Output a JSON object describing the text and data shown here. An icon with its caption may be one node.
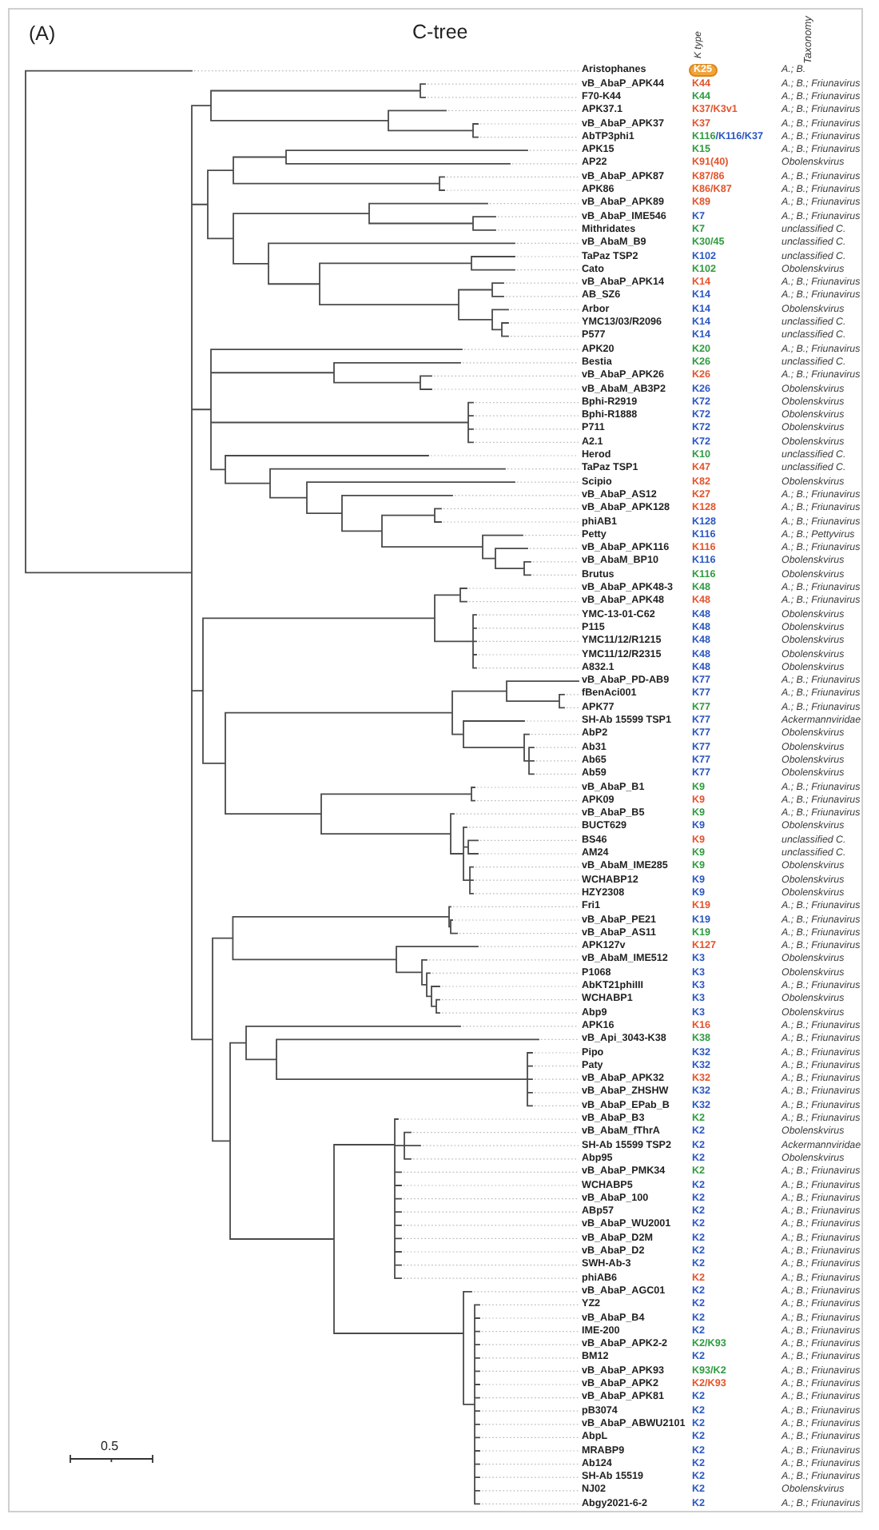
{
  "diagram": {
    "title": "C-tree",
    "labels": [
      "(A)",
      "K type",
      "Taxonomy",
      "Aristophanes",
      "K25",
      "A.; B.",
      "vB_AbaP_APK44",
      "K44",
      "A.; B.; Friunavirus",
      "F70-K44",
      "K44",
      "A.; B.; Friunavirus",
      "APK37.1",
      "K37/K3v1",
      "A.; B.; Friunavirus",
      "vB_AbaP_APK37",
      "K37",
      "A.; B.; Friunavirus",
      "AbTP3phi1",
      "K116/K116/K37",
      "A.; B.; Friunavirus",
      "APK15",
      "K15",
      "A.; B.; Friunavirus",
      "AP22",
      "K91(40)",
      "Obolenskvirus",
      "vB_AbaP_APK87",
      "K87/86",
      "A.; B.; Friunavirus",
      "APK86",
      "K86/K87",
      "A.; B.; Friunavirus",
      "vB_AbaP_APK89",
      "K89",
      "A.; B.; Friunavirus",
      "vB_AbaP_IME546",
      "K7",
      "A.; B.; Friunavirus",
      "Mithridates",
      "K7",
      "unclassified C.",
      "vB_AbaM_B9",
      "K30/45",
      "unclassified C.",
      "TaPaz TSP2",
      "K102",
      "unclassified C.",
      "Cato",
      "K102",
      "Obolenskvirus",
      "vB_AbaP_APK14",
      "K14",
      "A.; B.; Friunavirus",
      "AB_SZ6",
      "K14",
      "A.; B.; Friunavirus",
      "Arbor",
      "K14",
      "Obolenskvirus",
      "YMC13/03/R2096",
      "K14",
      "unclassified C.",
      "P577",
      "K14",
      "unclassified C.",
      "APK20",
      "K20",
      "A.; B.; Friunavirus",
      "Bestia",
      "K26",
      "unclassified C.",
      "vB_AbaP_APK26",
      "K26",
      "A.; B.; Friunavirus",
      "vB_AbaM_AB3P2",
      "K26",
      "Obolenskvirus",
      "Bphi-R2919",
      "K72",
      "Obolenskvirus",
      "Bphi-R1888",
      "K72",
      "Obolenskvirus",
      "P711",
      "K72",
      "Obolenskvirus",
      "A2.1",
      "K72",
      "Obolenskvirus",
      "Herod",
      "K10",
      "unclassified C.",
      "TaPaz TSP1",
      "K47",
      "unclassified C.",
      "Scipio",
      "K82",
      "Obolenskvirus",
      "vB_AbaP_AS12",
      "K27",
      "A.; B.; Friunavirus",
      "vB_AbaP_APK128",
      "K128",
      "A.; B.; Friunavirus",
      "phiAB1",
      "K128",
      "A.; B.; Friunavirus",
      "Petty",
      "K116",
      "A.; B.; Pettyvirus",
      "vB_AbaP_APK116",
      "K116",
      "A.; B.; Friunavirus",
      "vB_AbaM_BP10",
      "K116",
      "Obolenskvirus",
      "Brutus",
      "K116",
      "Obolenskvirus",
      "vB_AbaP_APK48-3",
      "K48",
      "A.; B.; Friunavirus",
      "vB_AbaP_APK48",
      "K48",
      "A.; B.; Friunavirus",
      "YMC-13-01-C62",
      "K48",
      "Obolenskvirus",
      "P115",
      "K48",
      "Obolenskvirus",
      "YMC11/12/R1215",
      "K48",
      "Obolenskvirus",
      "YMC11/12/R2315",
      "K48",
      "Obolenskvirus",
      "A832.1",
      "K48",
      "Obolenskvirus",
      "vB_AbaP_PD-AB9",
      "K77",
      "A.; B.; Friunavirus",
      "fBenAci001",
      "K77",
      "A.; B.; Friunavirus",
      "APK77",
      "K77",
      "A.; B.; Friunavirus",
      "SH-Ab 15599 TSP1",
      "K77",
      "Ackermannviridae",
      "AbP2",
      "K77",
      "Obolenskvirus",
      "Ab31",
      "K77",
      "Obolenskvirus",
      "Ab65",
      "K77",
      "Obolenskvirus",
      "Ab59",
      "K77",
      "Obolenskvirus",
      "vB_AbaP_B1",
      "K9",
      "A.; B.; Friunavirus",
      "APK09",
      "K9",
      "A.; B.; Friunavirus",
      "vB_AbaP_B5",
      "K9",
      "A.; B.; Friunavirus",
      "BUCT629",
      "K9",
      "Obolenskvirus",
      "BS46",
      "K9",
      "unclassified C.",
      "AM24",
      "K9",
      "unclassified C.",
      "vB_AbaM_IME285",
      "K9",
      "Obolenskvirus",
      "WCHABP12",
      "K9",
      "Obolenskvirus",
      "HZY2308",
      "K9",
      "Obolenskvirus",
      "Fri1",
      "K19",
      "A.; B.; Friunavirus",
      "vB_AbaP_PE21",
      "K19",
      "A.; B.; Friunavirus",
      "vB_AbaP_AS11",
      "K19",
      "A.; B.; Friunavirus",
      "APK127v",
      "K127",
      "A.; B.; Friunavirus",
      "vB_AbaM_IME512",
      "K3",
      "Obolenskvirus",
      "P1068",
      "K3",
      "Obolenskvirus",
      "AbKT21phiIII",
      "K3",
      "A.; B.; Friunavirus",
      "WCHABP1",
      "K3",
      "Obolenskvirus",
      "Abp9",
      "K3",
      "Obolenskvirus",
      "APK16",
      "K16",
      "A.; B.; Friunavirus",
      "vB_Api_3043-K38",
      "K38",
      "A.; B.; Friunavirus",
      "Pipo",
      "K32",
      "A.; B.; Friunavirus",
      "Paty",
      "K32",
      "A.; B.; Friunavirus",
      "vB_AbaP_APK32",
      "K32",
      "A.; B.; Friunavirus",
      "vB_AbaP_ZHSHW",
      "K32",
      "A.; B.; Friunavirus",
      "vB_AbaP_EPab_B",
      "K32",
      "A.; B.; Friunavirus",
      "vB_AbaP_B3",
      "K2",
      "A.; B.; Friunavirus",
      "vB_AbaM_fThrA",
      "K2",
      "Obolenskvirus",
      "SH-Ab 15599 TSP2",
      "K2",
      "Ackermannviridae",
      "Abp95",
      "K2",
      "Obolenskvirus",
      "vB_AbaP_PMK34",
      "K2",
      "A.; B.; Friunavirus",
      "WCHABP5",
      "K2",
      "A.; B.; Friunavirus",
      "vB_AbaP_100",
      "K2",
      "A.; B.; Friunavirus",
      "ABp57",
      "K2",
      "A.; B.; Friunavirus",
      "vB_AbaP_WU2001",
      "K2",
      "A.; B.; Friunavirus",
      "vB_AbaP_D2M",
      "K2",
      "A.; B.; Friunavirus",
      "vB_AbaP_D2",
      "K2",
      "A.; B.; Friunavirus",
      "SWH-Ab-3",
      "K2",
      "A.; B.; Friunavirus",
      "phiAB6",
      "K2",
      "A.; B.; Friunavirus",
      "vB_AbaP_AGC01",
      "K2",
      "A.; B.; Friunavirus",
      "YZ2",
      "K2",
      "A.; B.; Friunavirus",
      "vB_AbaP_B4",
      "K2",
      "A.; B.; Friunavirus",
      "IME-200",
      "K2",
      "A.; B.; Friunavirus",
      "vB_AbaP_APK2-2",
      "K2/K93",
      "A.; B.; Friunavirus",
      "BM12",
      "K2",
      "A.; B.; Friunavirus",
      "vB_AbaP_APK93",
      "K93/K2",
      "A.; B.; Friunavirus",
      "vB_AbaP_APK2",
      "K2/K93",
      "A.; B.; Friunavirus",
      "vB_AbaP_APK81",
      "K2",
      "A.; B.; Friunavirus",
      "pB3074",
      "K2",
      "A.; B.; Friunavirus",
      "vB_AbaP_ABWU2101",
      "K2",
      "A.; B.; Friunavirus",
      "AbpL",
      "K2",
      "A.; B.; Friunavirus",
      "MRABP9",
      "K2",
      "A.; B.; Friunavirus",
      "Ab124",
      "K2",
      "A.; B.; Friunavirus",
      "SH-Ab 15519",
      "K2",
      "A.; B.; Friunavirus",
      "NJ02",
      "K2",
      "Obolenskvirus",
      "Abgy2021-6-2",
      "K2",
      "A.; B.; Friunavirus",
      "0.5"
    ]
  }
}
